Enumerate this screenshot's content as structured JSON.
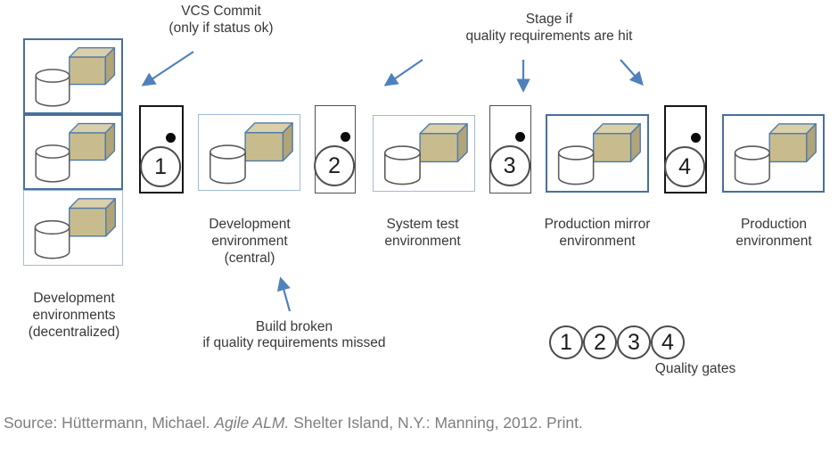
{
  "annotations": {
    "vcs_commit": {
      "line1": "VCS Commit",
      "line2": "(only if status ok)"
    },
    "stage_if": {
      "line1": "Stage if",
      "line2": "quality requirements are hit"
    },
    "build_broken": {
      "line1": "Build broken",
      "line2": "if quality requirements missed"
    }
  },
  "environments": [
    {
      "id": "dev-decentralized",
      "label": "Development\nenvironments\n(decentralized)"
    },
    {
      "id": "dev-central",
      "label": "Development\nenvironment\n(central)"
    },
    {
      "id": "system-test",
      "label": "System test\nenvironment"
    },
    {
      "id": "prod-mirror",
      "label": "Production mirror\nenvironment"
    },
    {
      "id": "production",
      "label": "Production\nenvironment"
    }
  ],
  "gates": [
    {
      "number": "1"
    },
    {
      "number": "2"
    },
    {
      "number": "3"
    },
    {
      "number": "4"
    }
  ],
  "legend": {
    "numbers": [
      "1",
      "2",
      "3",
      "4"
    ],
    "label": "Quality gates"
  },
  "source": {
    "prefix": "Source: Hüttermann, Michael. ",
    "title": "Agile ALM.",
    "suffix": " Shelter Island, N.Y.: Manning, 2012. Print."
  },
  "colors": {
    "arrow": "#4f81bd",
    "box_border_dark": "#48709c",
    "box_border_light": "#a2bad8",
    "gate_border_strong": "#151515",
    "gate_border_thin": "#4f4f4f",
    "cube_front": "#c8bc8e",
    "cube_top": "#d9cfa9",
    "cube_side": "#b0a478",
    "cube_stroke": "#4e7aa9",
    "cylinder_fill": "#ffffff",
    "cylinder_stroke": "#5a5a5a",
    "status_dot": "#0a0a0a",
    "text": "#383838",
    "source_text": "#7e7e7e"
  }
}
